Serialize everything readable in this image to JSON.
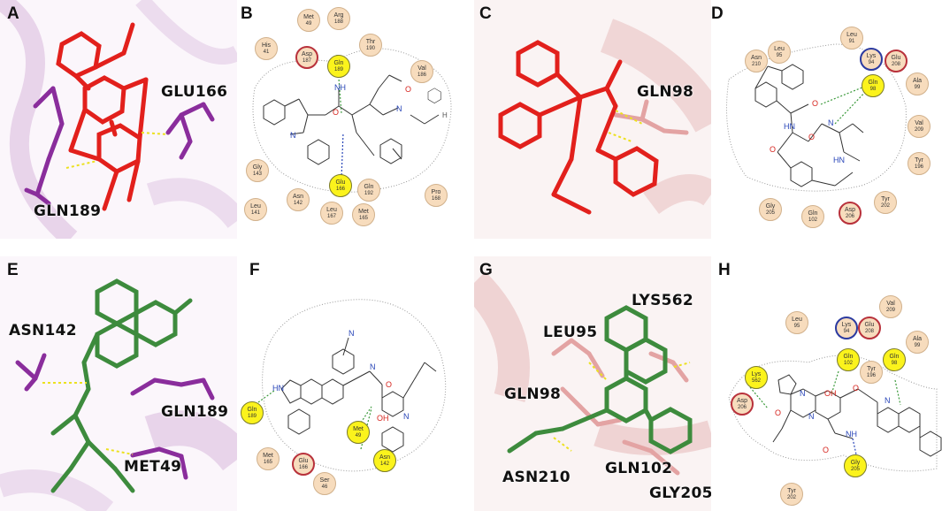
{
  "panels": [
    {
      "id": "A",
      "label": "A",
      "residues": [
        "GLU166",
        "GLN189"
      ]
    },
    {
      "id": "B",
      "label": "B",
      "residues": [
        {
          "name": "His",
          "num": "41"
        },
        {
          "name": "Met",
          "num": "49"
        },
        {
          "name": "Arg",
          "num": "188"
        },
        {
          "name": "Asp",
          "num": "187"
        },
        {
          "name": "Thr",
          "num": "190"
        },
        {
          "name": "Gln",
          "num": "189"
        },
        {
          "name": "Val",
          "num": "186"
        },
        {
          "name": "Gly",
          "num": "143"
        },
        {
          "name": "Glu",
          "num": "166"
        },
        {
          "name": "Gln",
          "num": "192"
        },
        {
          "name": "Pro",
          "num": "168"
        },
        {
          "name": "Asn",
          "num": "142"
        },
        {
          "name": "Leu",
          "num": "141"
        },
        {
          "name": "Leu",
          "num": "167"
        },
        {
          "name": "Met",
          "num": "165"
        }
      ]
    },
    {
      "id": "C",
      "label": "C",
      "residues": [
        "GLN98"
      ]
    },
    {
      "id": "D",
      "label": "D",
      "residues": [
        {
          "name": "Leu",
          "num": "91"
        },
        {
          "name": "Leu",
          "num": "95"
        },
        {
          "name": "Asn",
          "num": "210"
        },
        {
          "name": "Lys",
          "num": "94"
        },
        {
          "name": "Glu",
          "num": "208"
        },
        {
          "name": "Gln",
          "num": "98"
        },
        {
          "name": "Ala",
          "num": "99"
        },
        {
          "name": "Val",
          "num": "209"
        },
        {
          "name": "Tyr",
          "num": "196"
        },
        {
          "name": "Tyr",
          "num": "202"
        },
        {
          "name": "Gly",
          "num": "205"
        },
        {
          "name": "Gln",
          "num": "102"
        },
        {
          "name": "Asp",
          "num": "206"
        }
      ]
    },
    {
      "id": "E",
      "label": "E",
      "residues": [
        "ASN142",
        "GLN189",
        "MET49"
      ]
    },
    {
      "id": "F",
      "label": "F",
      "residues": [
        {
          "name": "Gln",
          "num": "189"
        },
        {
          "name": "Met",
          "num": "49"
        },
        {
          "name": "Asn",
          "num": "142"
        },
        {
          "name": "Met",
          "num": "165"
        },
        {
          "name": "Glu",
          "num": "166"
        },
        {
          "name": "Ser",
          "num": "46"
        }
      ]
    },
    {
      "id": "G",
      "label": "G",
      "residues": [
        "LYS562",
        "LEU95",
        "GLN98",
        "ASN210",
        "GLN102",
        "GLY205"
      ]
    },
    {
      "id": "H",
      "label": "H",
      "residues": [
        {
          "name": "Val",
          "num": "209"
        },
        {
          "name": "Leu",
          "num": "95"
        },
        {
          "name": "Lys",
          "num": "94"
        },
        {
          "name": "Glu",
          "num": "208"
        },
        {
          "name": "Ala",
          "num": "99"
        },
        {
          "name": "Gln",
          "num": "102"
        },
        {
          "name": "Gln",
          "num": "98"
        },
        {
          "name": "Tyr",
          "num": "196"
        },
        {
          "name": "Lys",
          "num": "562"
        },
        {
          "name": "Asp",
          "num": "206"
        },
        {
          "name": "Gly",
          "num": "205"
        },
        {
          "name": "Tyr",
          "num": "202"
        }
      ]
    }
  ],
  "atoms": {
    "O": "O",
    "N": "N",
    "H": "H",
    "NH": "NH",
    "HN": "HN",
    "OH": "OH"
  },
  "colors": {
    "ligand_red": "#e2201c",
    "ligand_green": "#3d8b3d",
    "residue_purple": "#8a2d9c",
    "residue_pink": "#e3a3a3",
    "hbond_yellow": "#ece11f",
    "bubble": "#f7dcbd"
  }
}
